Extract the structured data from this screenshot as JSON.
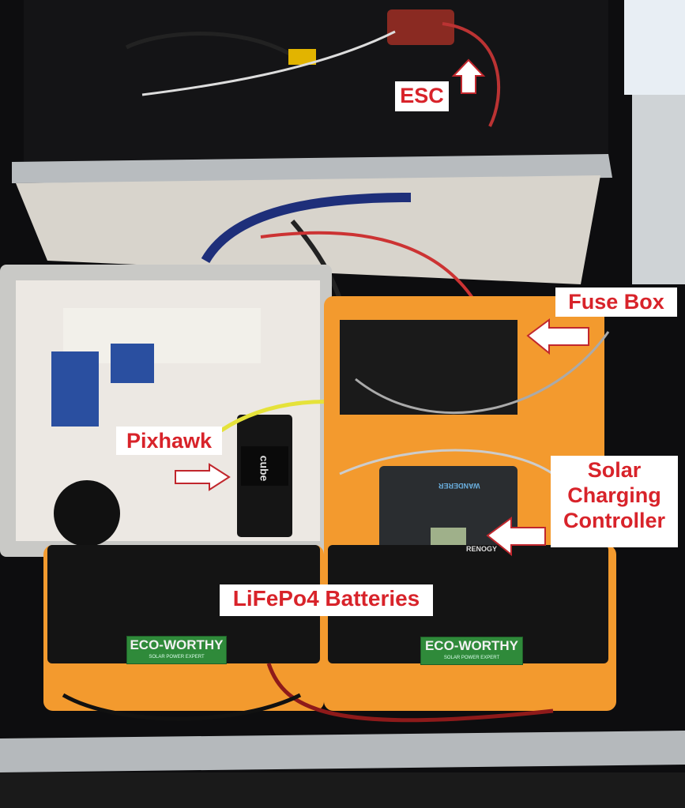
{
  "labels": {
    "esc": "ESC",
    "fuse_box": "Fuse Box",
    "pixhawk": "Pixhawk",
    "solar_controller": [
      "Solar",
      "Charging",
      "Controller"
    ],
    "batteries": "LiFePo4 Batteries"
  },
  "printed_text": {
    "battery_brand": "ECO-WORTHY",
    "battery_tagline": "SOLAR POWER EXPERT",
    "flight_controller": "cube",
    "controller_brand": "RENOGY",
    "controller_model": "WANDERER"
  },
  "colors": {
    "label_text": "#d8232a",
    "label_bg": "#ffffff",
    "battery_orange": "#f39a2e",
    "enclosure": "#0d0d0f"
  }
}
